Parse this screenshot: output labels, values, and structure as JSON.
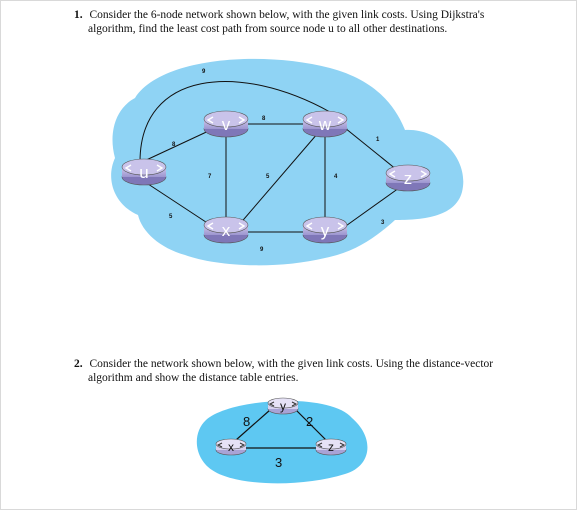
{
  "question1": {
    "number": "1.",
    "line1": "Consider the 6-node network shown below, with the given link costs. Using Dijkstra's",
    "line2": "algorithm, find the least cost path from source node u to all other destinations."
  },
  "question2": {
    "number": "2.",
    "line1": "Consider the network shown below, with the given link costs. Using the distance-vector",
    "line2": "algorithm and show the distance table entries."
  },
  "network1": {
    "cloud_color": "#8fd3f4",
    "router_color": "#b9b3dc",
    "nodes": {
      "u": "u",
      "v": "v",
      "w": "w",
      "x": "x",
      "y": "y",
      "z": "z"
    },
    "links": {
      "u_w": "9",
      "u_v": "8",
      "u_x": "5",
      "v_w": "8",
      "v_x": "7",
      "x_w": "5",
      "w_y": "4",
      "x_y": "9",
      "w_z": "1",
      "y_z": "3"
    }
  },
  "network2": {
    "cloud_color": "#5ec8f2",
    "router_color": "#ddd8f0",
    "nodes": {
      "x": "x",
      "y": "y",
      "z": "z"
    },
    "links": {
      "x_y": "8",
      "y_z": "2",
      "x_z": "3"
    }
  }
}
